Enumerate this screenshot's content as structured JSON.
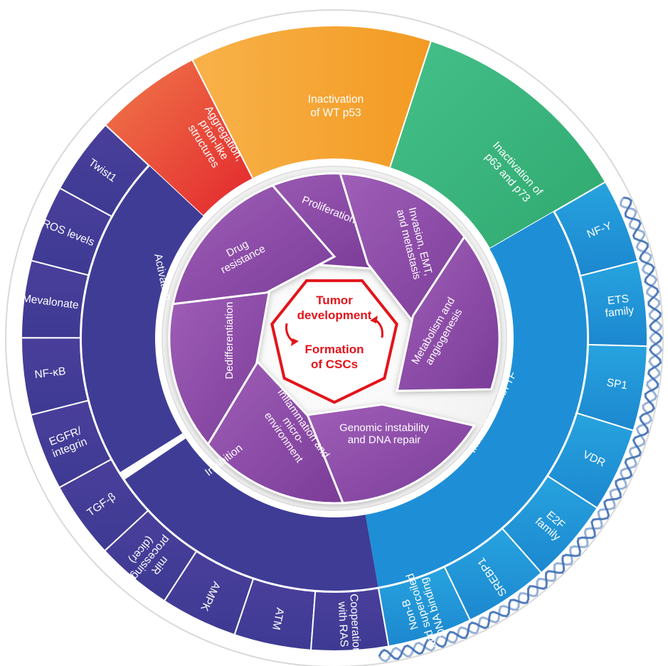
{
  "center": {
    "line1": "Tumor",
    "line2": "development",
    "line3": "Formation",
    "line4": "of CSCs"
  },
  "petals": [
    {
      "lines": [
        "Proliferation"
      ]
    },
    {
      "lines": [
        "Invasion, EMT,",
        "and metastasis"
      ]
    },
    {
      "lines": [
        "Metabolism and",
        "angiogenesis"
      ]
    },
    {
      "lines": [
        "Genomic instability",
        "and DNA repair"
      ]
    },
    {
      "lines": [
        "Inflammation and",
        "micro-",
        "environment"
      ]
    },
    {
      "lines": [
        "Dedifferentiation"
      ]
    },
    {
      "lines": [
        "Drug",
        "resistance"
      ]
    }
  ],
  "middle_ring": {
    "activation": "Activation",
    "inhibition": "Inhibition",
    "interaction": "Interaction with TF"
  },
  "outer_top": [
    {
      "lines": [
        "Aggregation,",
        "prion-like",
        "structures"
      ]
    },
    {
      "lines": [
        "Inactivation",
        "of WT p53"
      ]
    },
    {
      "lines": [
        "Inactivation of",
        "p63 and p73"
      ]
    }
  ],
  "left_items": [
    {
      "lines": [
        "Twist1"
      ]
    },
    {
      "lines": [
        "ROS levels"
      ]
    },
    {
      "lines": [
        "Mevalonate"
      ]
    },
    {
      "lines": [
        "NF-κB"
      ]
    },
    {
      "lines": [
        "EGFR/",
        "integrin"
      ]
    },
    {
      "lines": [
        "TGF-β"
      ]
    },
    {
      "lines": [
        "miR",
        "processing",
        "(dicer)"
      ]
    },
    {
      "lines": [
        "AMPK"
      ]
    },
    {
      "lines": [
        "ATM"
      ]
    },
    {
      "lines": [
        "Cooperation",
        "with RAS"
      ]
    }
  ],
  "right_items": [
    {
      "lines": [
        "Non-B",
        "and supercoiled",
        "DNA binding"
      ]
    },
    {
      "lines": [
        "SREBP1"
      ]
    },
    {
      "lines": [
        "E2F",
        "family"
      ]
    },
    {
      "lines": [
        "VDR"
      ]
    },
    {
      "lines": [
        "SP1"
      ]
    },
    {
      "lines": [
        "ETS",
        "family"
      ]
    },
    {
      "lines": [
        "NF-Y"
      ]
    }
  ],
  "colors": {
    "aggregation": "#e8452d",
    "wt_p53": "#f5a431",
    "p63_p73": "#3dbb82",
    "activation": "#3f3c96",
    "interaction": "#1e8fd6",
    "petal": "#8a4ba6",
    "center_stroke": "#e3141b"
  }
}
